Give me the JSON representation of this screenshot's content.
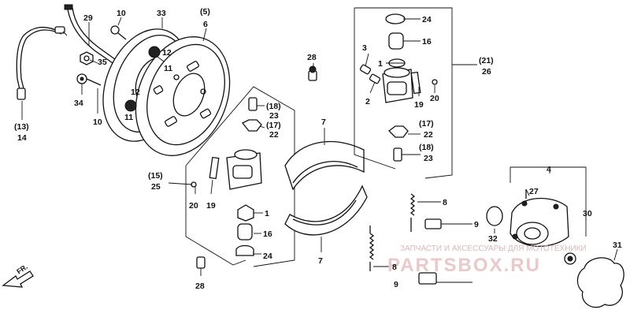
{
  "labels": {
    "l29": "29",
    "l10a": "10",
    "l33": "33",
    "l5": "(5)",
    "l6": "6",
    "l12a": "12",
    "l11a": "11",
    "l35": "35",
    "l12b": "12",
    "l11b": "11",
    "l34": "34",
    "l10b": "10",
    "l13": "(13)",
    "l14": "14",
    "l28a": "28",
    "l18a": "(18)",
    "l23a": "23",
    "l17a": "(17)",
    "l22a": "22",
    "l15": "(15)",
    "l25": "25",
    "l20a": "20",
    "l19a": "19",
    "l1a": "1",
    "l16a": "16",
    "l24a": "24",
    "l28b": "28",
    "l7a": "7",
    "l7b": "7",
    "l24b": "24",
    "l16b": "16",
    "l3": "3",
    "l1b": "1",
    "l2": "2",
    "l19b": "19",
    "l20b": "20",
    "l21": "(21)",
    "l26": "26",
    "l17b": "(17)",
    "l22b": "22",
    "l18b": "(18)",
    "l23b": "23",
    "l8a": "8",
    "l9a": "9",
    "l8b": "8",
    "l9b": "9",
    "l4": "4",
    "l27": "27",
    "l30": "30",
    "l32": "32",
    "l31": "31"
  },
  "watermark": {
    "line1": "ЗАПЧАСТИ И АКСЕССУАРЫ ДЛЯ МОТОТЕХНИКИ",
    "line2": "PARTSBOX.RU"
  },
  "direction": {
    "text": "FR."
  }
}
